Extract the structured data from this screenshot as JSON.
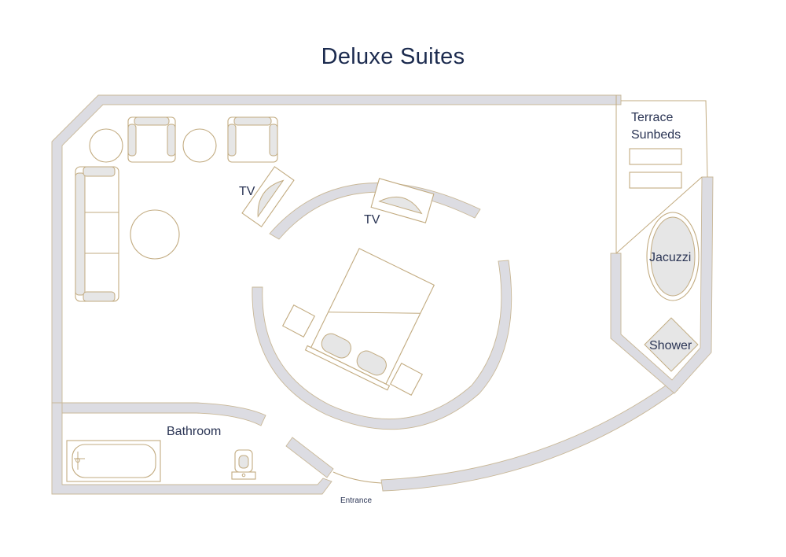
{
  "title": "Deluxe Suites",
  "labels": {
    "tv_left": "TV",
    "tv_center": "TV",
    "terrace_line1": "Terrace",
    "terrace_line2": "Sunbeds",
    "jacuzzi": "Jacuzzi",
    "shower": "Shower",
    "bathroom": "Bathroom",
    "entrance": "Entrance"
  },
  "colors": {
    "wall_fill": "#dcdce2",
    "furniture_stroke": "#c2ab80",
    "text": "#1b2a4e"
  }
}
